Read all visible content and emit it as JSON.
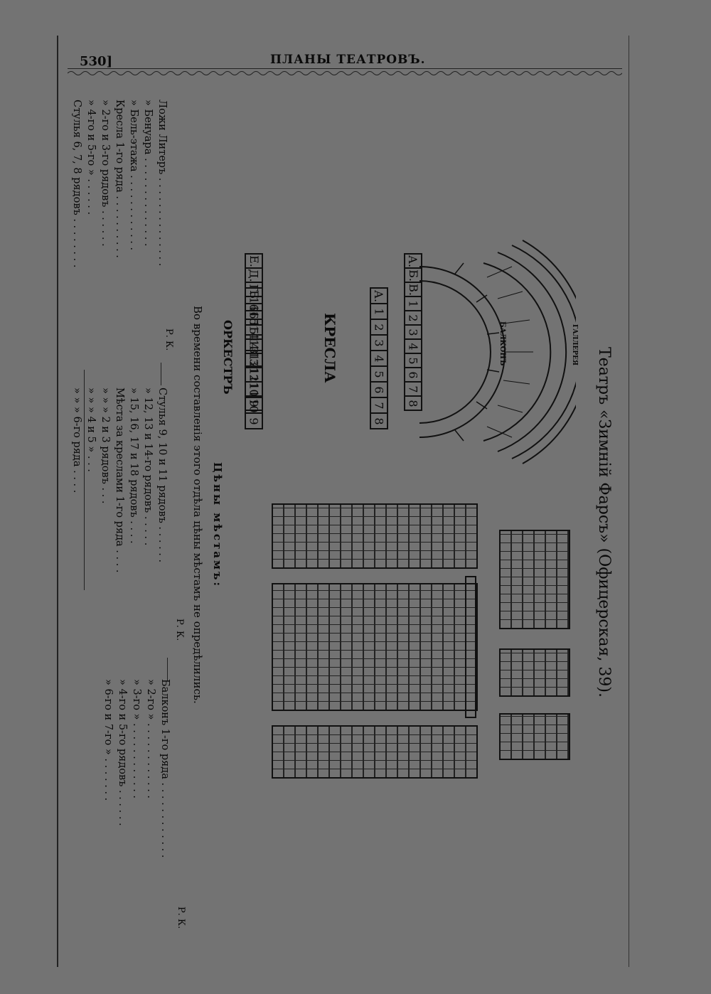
{
  "header": {
    "page_number": "530]",
    "running_head": "ПЛАНЫ ТЕАТРОВЪ."
  },
  "theatre": {
    "title": "Театръ «Зимній Фарсъ» (Офицерская, 39)."
  },
  "plan": {
    "labels": {
      "gallery": "ГАЛЛЕРЕЯ",
      "balcony": "БАЛКОНЪ",
      "stalls": "КРЕСЛА",
      "orchestra": "ОРКЕСТРЪ"
    },
    "boxes_top_row": [
      "Е.",
      "Д.",
      "Г.",
      "16",
      "15",
      "14",
      "13",
      "12",
      "11",
      "10",
      "9"
    ],
    "boxes_second_row": [
      "Б.",
      "16",
      "15",
      "14",
      "13",
      "12",
      "11",
      "10",
      "9"
    ],
    "boxes_bottom_row_1": [
      "А.",
      "1",
      "2",
      "3",
      "4",
      "5",
      "6",
      "7",
      "8"
    ],
    "boxes_bottom_row_2": [
      "А.",
      "Б.",
      "В.",
      "1",
      "2",
      "3",
      "4",
      "5",
      "6",
      "7",
      "8"
    ]
  },
  "prices": {
    "heading": "Цѣны мѣстамъ:",
    "note": "Во времени составленія этого отдѣла цѣны мѣстамъ не опредѣлились.",
    "currency_label": "Р. К.",
    "column1": [
      "Ложи Литеръ . . . . . . . . . . . . . .",
      "» Бенуара . . . . . . . . . . . . . .",
      "» Бель-этажа . . . . . . . . . . . .",
      "Кресла 1-го ряда . . . . . . . . . .",
      "» 2-го и 3-го рядовъ . . . . . .",
      "» 4-го и 5-го » . . . . . .",
      "Стулья 6, 7, 8 рядовъ . . . . . . . ."
    ],
    "column2": [
      "Стулья 9, 10 и 11 рядовъ . . . . . .",
      "» 12, 13 и 14-го рядовъ . . . . .",
      "» 15, 16, 17 и 18 рядовъ . . . .",
      "Мѣста за креслами 1-го ряда . . . .",
      "» » » 2 и 3 рядовъ . . .",
      "» » » 4 и 5 » . . .",
      "» » » 6-го ряда . . . ."
    ],
    "column3": [
      "Балконъ 1-го ряда . . . . . . . . . . . .",
      "» 2-го » . . . . . . . . . . . .",
      "» 3-го » . . . . . . . . . . . .",
      "» 4-го и 5-го рядовъ . . . . . .",
      "» 6-го и 7-го » . . . . . . ."
    ]
  }
}
